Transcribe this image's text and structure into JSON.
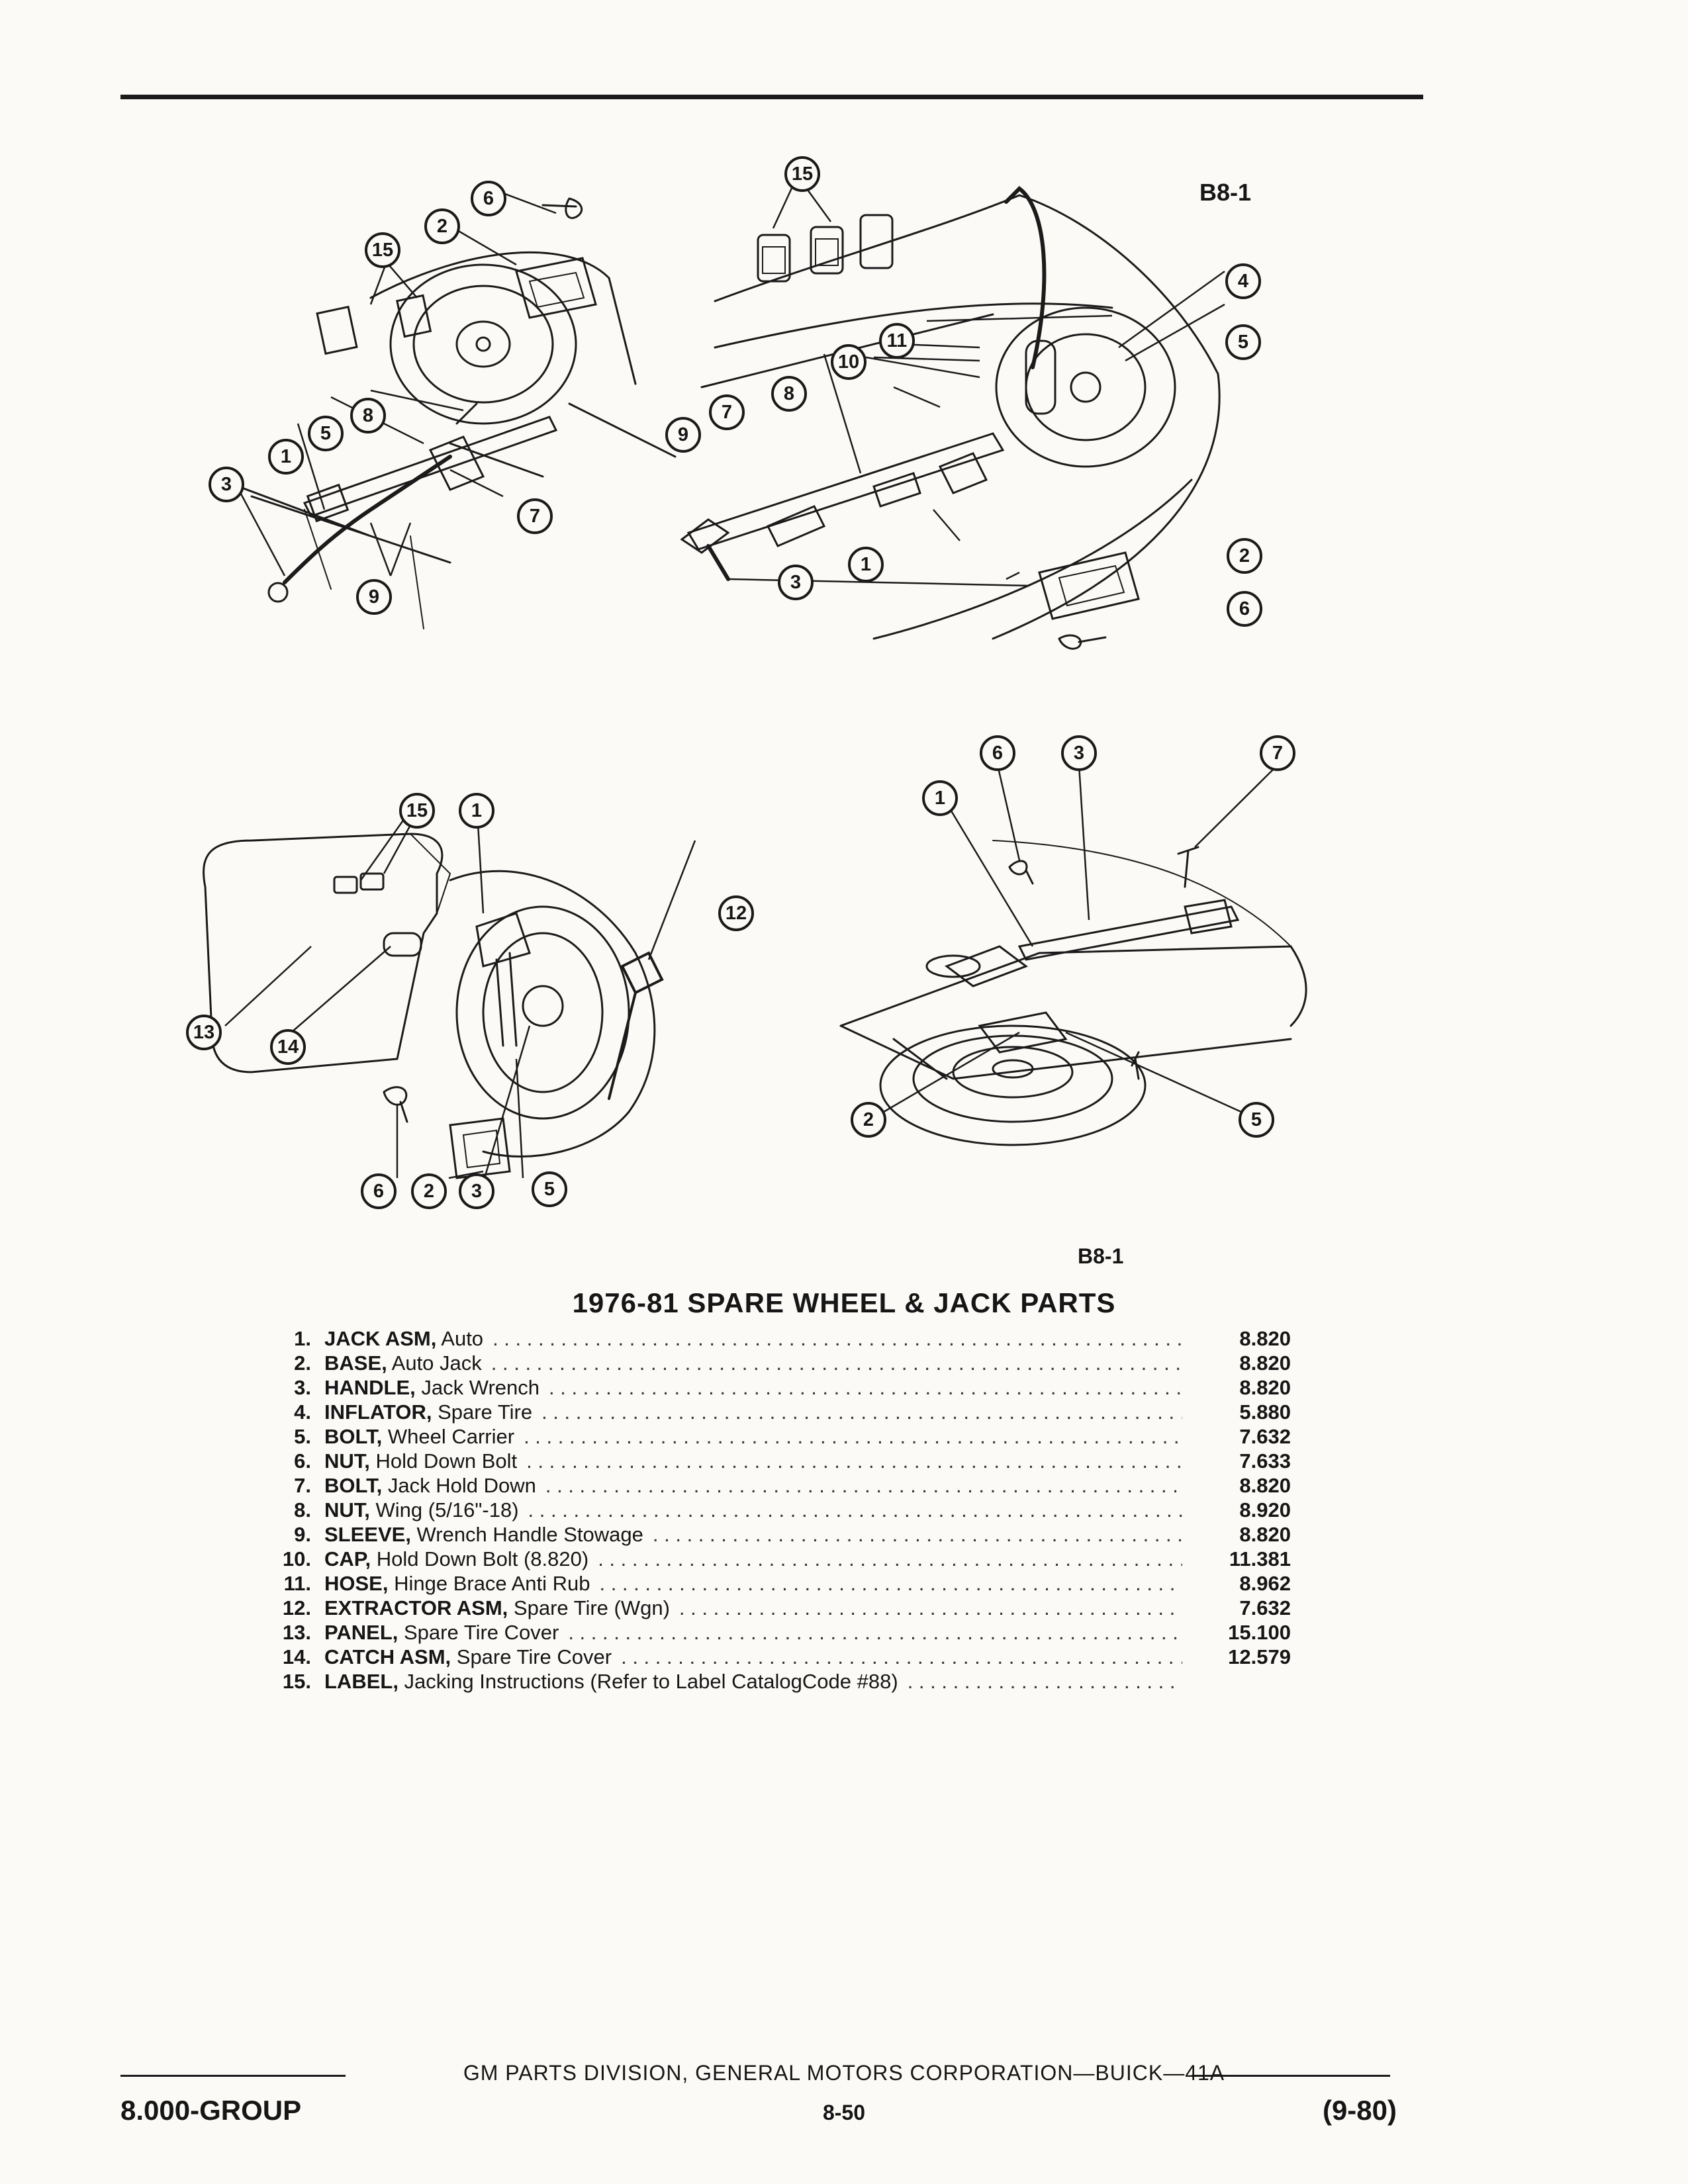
{
  "figure_codes": {
    "top_right": "B8-1",
    "bottom": "B8-1"
  },
  "figures": {
    "top_left": {
      "callouts": [
        "6",
        "2",
        "15",
        "8",
        "5",
        "1",
        "3",
        "7",
        "9"
      ]
    },
    "top_right": {
      "callouts": [
        "15",
        "11",
        "10",
        "8",
        "7",
        "9",
        "3",
        "1",
        "4",
        "5",
        "2",
        "6"
      ]
    },
    "bottom_left": {
      "callouts": [
        "15",
        "1",
        "12",
        "13",
        "14",
        "6",
        "2",
        "3",
        "5"
      ]
    },
    "bottom_right": {
      "callouts": [
        "6",
        "3",
        "7",
        "1",
        "2",
        "5"
      ]
    }
  },
  "title": "1976-81 SPARE WHEEL & JACK PARTS",
  "parts": [
    {
      "num": "1.",
      "name": "JACK ASM,",
      "desc": " Auto",
      "value": "8.820"
    },
    {
      "num": "2.",
      "name": "BASE,",
      "desc": " Auto Jack",
      "value": "8.820"
    },
    {
      "num": "3.",
      "name": "HANDLE,",
      "desc": " Jack Wrench",
      "value": "8.820"
    },
    {
      "num": "4.",
      "name": "INFLATOR,",
      "desc": " Spare Tire",
      "value": "5.880"
    },
    {
      "num": "5.",
      "name": "BOLT,",
      "desc": " Wheel Carrier",
      "value": "7.632"
    },
    {
      "num": "6.",
      "name": "NUT,",
      "desc": " Hold Down Bolt",
      "value": "7.633"
    },
    {
      "num": "7.",
      "name": "BOLT,",
      "desc": " Jack Hold Down",
      "value": "8.820"
    },
    {
      "num": "8.",
      "name": "NUT,",
      "desc": " Wing (5/16\"-18)",
      "value": "8.920"
    },
    {
      "num": "9.",
      "name": "SLEEVE,",
      "desc": " Wrench Handle Stowage",
      "value": "8.820"
    },
    {
      "num": "10.",
      "name": "CAP,",
      "desc": " Hold Down Bolt (8.820)",
      "value": "11.381"
    },
    {
      "num": "11.",
      "name": "HOSE,",
      "desc": " Hinge Brace Anti Rub",
      "value": "8.962"
    },
    {
      "num": "12.",
      "name": "EXTRACTOR ASM,",
      "desc": " Spare Tire (Wgn)",
      "value": "7.632"
    },
    {
      "num": "13.",
      "name": "PANEL,",
      "desc": " Spare Tire Cover",
      "value": "15.100"
    },
    {
      "num": "14.",
      "name": "CATCH ASM,",
      "desc": " Spare Tire Cover",
      "value": "12.579"
    },
    {
      "num": "15.",
      "name": "LABEL,",
      "desc": " Jacking Instructions (Refer to Label CatalogCode #88)",
      "value": ""
    }
  ],
  "footer": {
    "publisher": "GM PARTS DIVISION, GENERAL MOTORS CORPORATION—BUICK—41A",
    "group": "8.000-GROUP",
    "page": "8-50",
    "date": "(9-80)"
  }
}
